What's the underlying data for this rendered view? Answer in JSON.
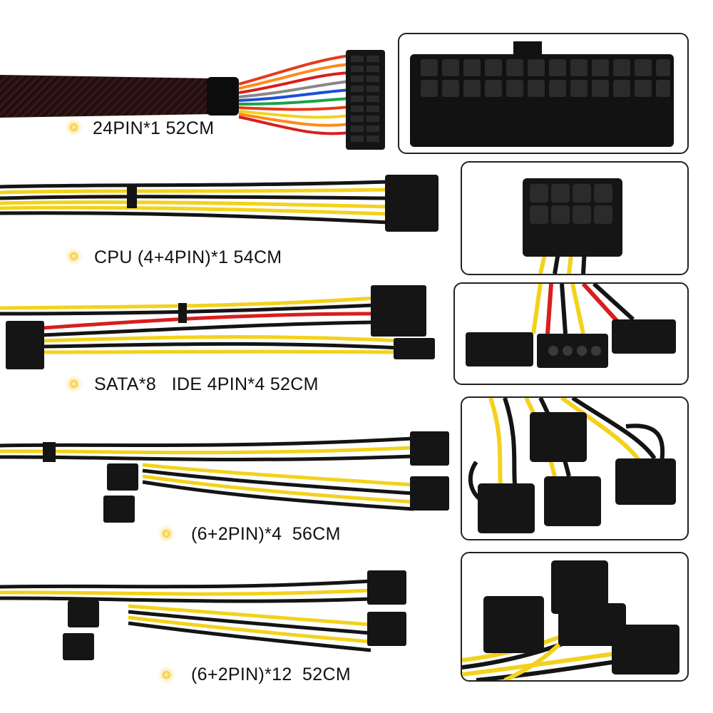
{
  "labels": {
    "l24": "24PIN*1 52CM",
    "cpu": "CPU (4+4PIN)*1 54CM",
    "sata": "SATA*8   IDE 4PIN*4 52CM",
    "pcie4": "(6+2PIN)*4  56CM",
    "pcie12": "(6+2PIN)*12  52CM"
  },
  "colors": {
    "wire_yellow": "#f2d21c",
    "wire_black": "#141414",
    "wire_red": "#d81e1e",
    "connector": "#151515",
    "bullet": "#f7d24a"
  }
}
